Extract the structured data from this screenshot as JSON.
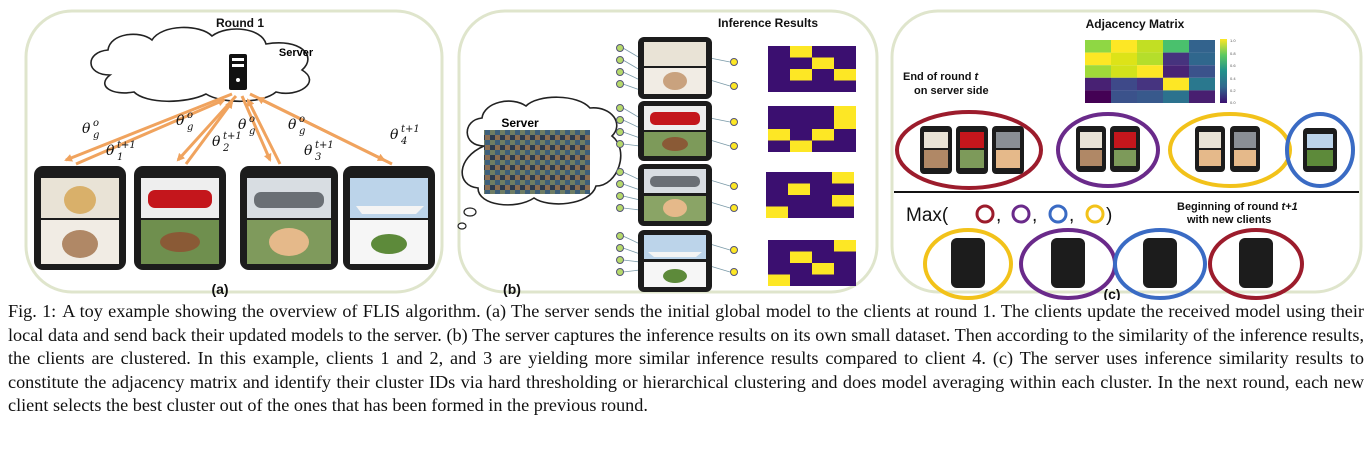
{
  "panel_a": {
    "title": "Round 1",
    "server_label": "Server",
    "label": "(a)",
    "arrow_labels": [
      {
        "down": "θ",
        "down_sup": "o",
        "down_sub": "g",
        "up": "θ",
        "up_sub": "1",
        "up_sup": "t+1"
      },
      {
        "down": "θ",
        "down_sup": "o",
        "down_sub": "g",
        "up": "θ",
        "up_sub": "2",
        "up_sup": "t+1"
      },
      {
        "down": "θ",
        "down_sup": "o",
        "down_sub": "g",
        "up": "θ",
        "up_sub": "3",
        "up_sup": "t+1"
      },
      {
        "down": "",
        "down_sup": "",
        "down_sub": "",
        "up": "θ",
        "up_sub": "4",
        "up_sup": "t+1"
      }
    ]
  },
  "panel_b": {
    "title": "Inference Results",
    "server_label": "Server",
    "label": "(b)"
  },
  "panel_c": {
    "title": "Adjacency Matrix",
    "note_line1": "End of round ",
    "note_var": "t",
    "note_line2": "on server side",
    "begin_line1": "Beginning of round ",
    "begin_var": "t+1",
    "begin_line2": "with new clients",
    "max_label": "Max(",
    "max_close": ")",
    "label": "(c)",
    "colorbar_ticks": [
      "1.0",
      "0.8",
      "0.6",
      "0.4",
      "0.2",
      "0.0"
    ]
  },
  "colors": {
    "cluster_red": "#9c1c2c",
    "cluster_purple": "#6a2a8a",
    "cluster_yellow": "#f2c21a",
    "cluster_blue": "#3a6bc4",
    "arrow_orange": "#f0a35e",
    "viridis_dark": "#3b0f70",
    "viridis_yellow": "#fde725"
  },
  "caption": {
    "label": "Fig. 1:",
    "text": "A toy example showing the overview of FLIS algorithm. (a) The server sends the initial global model to the clients at round 1. The clients update the received model using their local data and send back their updated models to the server. (b) The server captures the inference results on its own small dataset. Then according to the similarity of the inference results, the clients are clustered. In this example, clients 1 and 2, and 3 are yielding more similar inference results compared to client 4. (c) The server uses inference similarity results to constitute the adjacency matrix and identify their cluster IDs via hard thresholding or hierarchical clustering and does model averaging within each cluster. In the next round, each new client selects the best cluster out of the ones that has been formed in the previous round."
  }
}
